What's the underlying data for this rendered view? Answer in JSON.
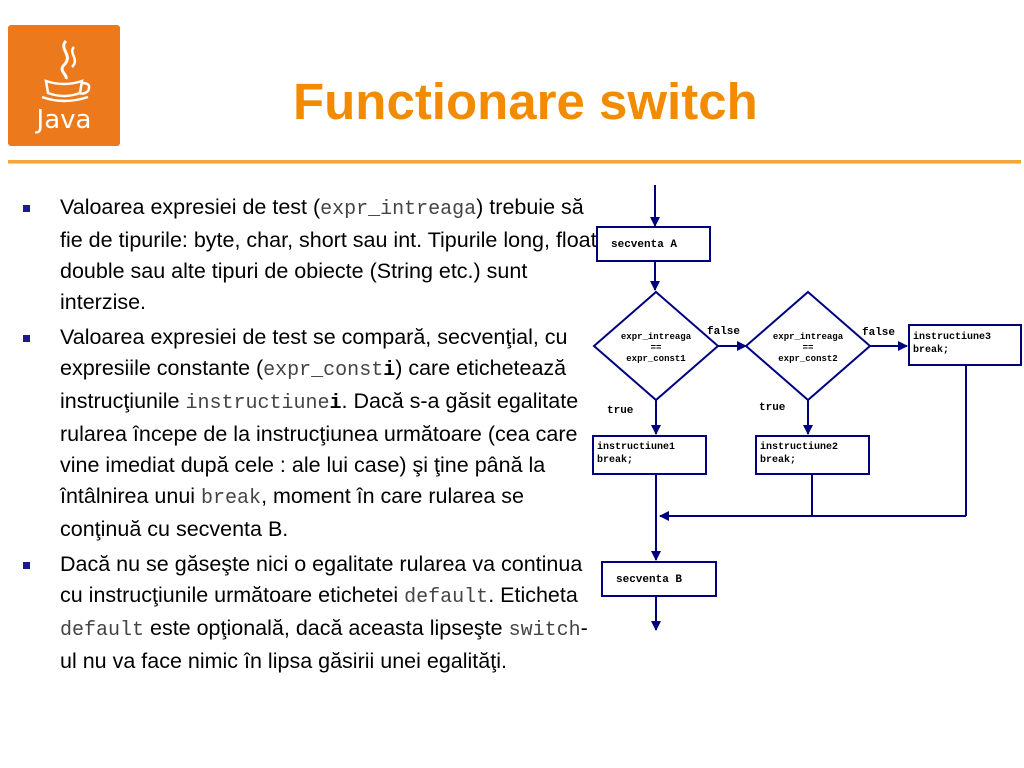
{
  "slide": {
    "title": "Functionare switch",
    "logo_text": "Java",
    "accent_color": "#f28b00",
    "logo_color": "#ec7a1c"
  },
  "bullets": {
    "b1": {
      "t1": "Valoarea expresiei de test (",
      "code": "expr_intreaga",
      "t2": ") trebuie să fie de tipurile: byte, char, short sau int. Tipurile long, float, double sau alte tipuri de obiecte (String etc.) sunt interzise."
    },
    "b2": {
      "t1": "Valoarea expresiei de test se compară, secvenţial, cu expresiile constante (",
      "code1": "expr_const",
      "code1b": "i",
      "t2": ") care etichetează instrucţiunile ",
      "code2": "instructiune",
      "code2b": "i",
      "t3": ". Dacă s-a găsit egalitate rularea începe de la instrucţiunea următoare (cea care vine imediat  după cele : ale lui case) şi ţine până la întâlnirea unui ",
      "code3": "break",
      "t4": ", moment în care rularea se conţinuă cu secventa B."
    },
    "b3": {
      "t1": "Dacă nu se găseşte nici o egalitate rularea va continua cu instrucţiunile următoare etichetei ",
      "code1": "default",
      "t2": ". Eticheta ",
      "code2": "default",
      "t3": " este opţională, dacă aceasta lipseşte ",
      "code3": "switch",
      "t4": "-ul nu va face nimic în lipsa găsirii unei egalităţi."
    }
  },
  "diagram": {
    "secventa_a": "secventa A",
    "decision1": [
      "expr_intreaga",
      "==",
      "expr_const1"
    ],
    "decision2": [
      "expr_intreaga",
      "==",
      "expr_const2"
    ],
    "false1": "false",
    "false2": "false",
    "true1": "true",
    "true2": "true",
    "instr1": [
      "instructiune1",
      "break;"
    ],
    "instr2": [
      "instructiune2",
      "break;"
    ],
    "instr3": [
      "instructiune3",
      "break;"
    ],
    "secventa_b": "secventa B",
    "line_color": "#00007f"
  }
}
